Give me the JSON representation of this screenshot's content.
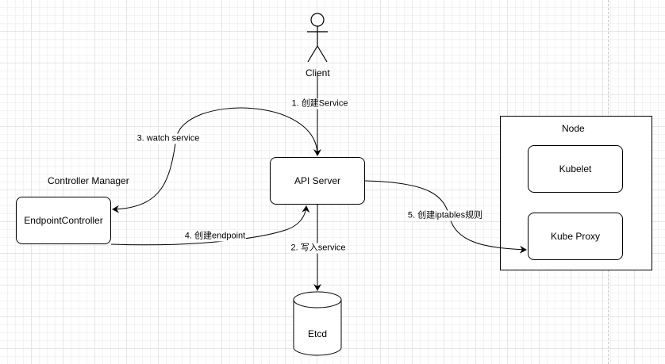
{
  "nodes": {
    "client": "Client",
    "api_server": "API Server",
    "etcd": "Etcd",
    "controller_manager": "Controller Manager",
    "endpoint_controller": "EndpointController",
    "node": "Node",
    "kubelet": "Kubelet",
    "kube_proxy": "Kube Proxy"
  },
  "edges": {
    "create_service": "1. 创建Service",
    "write_service": "2. 写入service",
    "watch_service": "3.  watch service",
    "create_endpoint": "4. 创建endpoint",
    "create_iptables": "5. 创建iptables规则"
  }
}
